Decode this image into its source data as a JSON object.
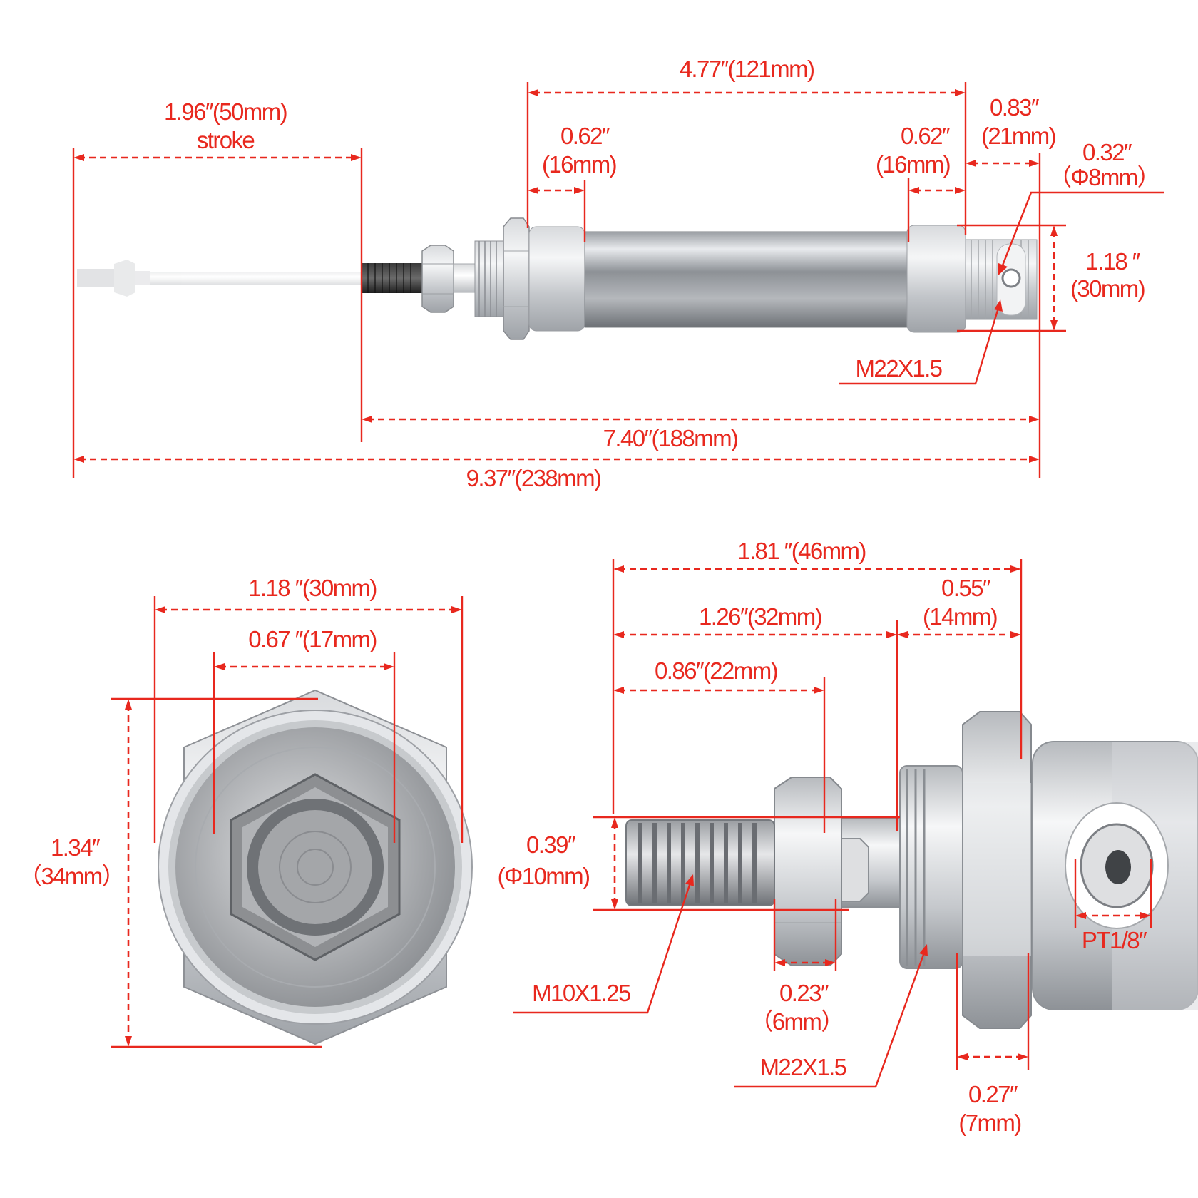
{
  "colors": {
    "dimension": "#e8281e",
    "metal": "#c9cbcf",
    "thread": "#2a2a2a"
  },
  "top_view": {
    "stroke": {
      "value": "1.96″(50mm)",
      "caption": "stroke"
    },
    "body_length": "4.77″(121mm)",
    "front_cap": {
      "inch": "0.62″",
      "mm": "(16mm)"
    },
    "rear_cap": {
      "inch": "0.62″",
      "mm": "(16mm)"
    },
    "rear_mount": {
      "inch": "0.83″",
      "mm": "(21mm)"
    },
    "hole": {
      "inch": "0.32″",
      "mm": "（Φ8mm）"
    },
    "rear_dia": {
      "inch": "1.18 ″",
      "mm": "(30mm)"
    },
    "rear_thread": "M22X1.5",
    "retracted_length": "7.40″(188mm)",
    "extended_length": "9.37″(238mm)"
  },
  "end_view": {
    "width_flats": "1.18 ″(30mm)",
    "nut_flats": "0.67 ″(17mm)",
    "width_corners": {
      "inch": "1.34″",
      "mm": "（34mm）"
    }
  },
  "rod_detail": {
    "total": "1.81 ″(46mm)",
    "rod_to_shoulder": "1.26″(32mm)",
    "thread_len": "0.86″(22mm)",
    "gland": {
      "inch": "0.55″",
      "mm": "(14mm)"
    },
    "rod_dia": {
      "inch": "0.39″",
      "mm": "(Φ10mm)"
    },
    "nut_thickness": {
      "inch": "0.23″",
      "mm": "（6mm）"
    },
    "rod_thread": "M10X1.25",
    "mount_thread": "M22X1.5",
    "port": "PT1/8″",
    "mount_nut": {
      "inch": "0.27″",
      "mm": "(7mm)"
    }
  }
}
